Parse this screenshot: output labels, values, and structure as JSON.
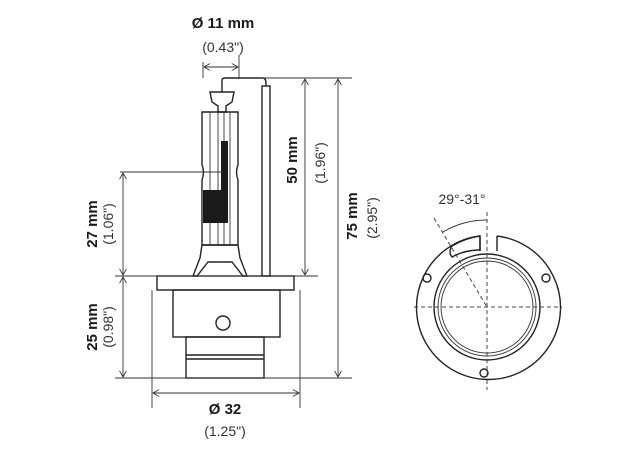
{
  "diameter_top": {
    "mm": "Ø 11 mm",
    "inch": "(0.43\")"
  },
  "height_upper": {
    "mm": "27 mm",
    "inch": "(1.06\")"
  },
  "height_lower": {
    "mm": "25 mm",
    "inch": "(0.98\")"
  },
  "height_50": {
    "mm": "50 mm",
    "inch": "(1.96\")"
  },
  "height_total": {
    "mm": "75 mm",
    "inch": "(2.95\")"
  },
  "diameter_base": {
    "mm": "Ø 32",
    "inch": "(1.25\")"
  },
  "angle": {
    "label": "29°-31°"
  }
}
